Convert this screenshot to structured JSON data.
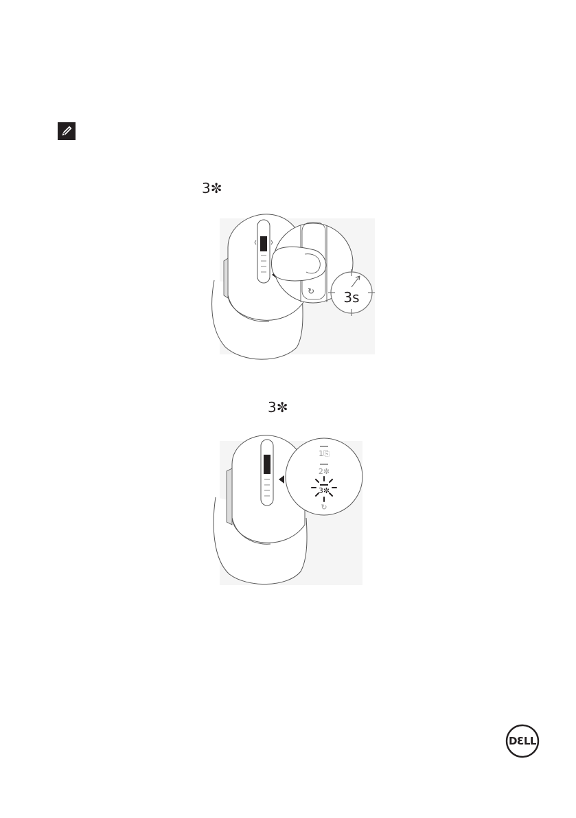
{
  "note": {
    "icon": "pencil-note-icon"
  },
  "step_one": {
    "button_glyph": "3✼",
    "illustration": {
      "icon": "mouse-press-pairing-button-icon",
      "timer_label": "3s"
    }
  },
  "step_two": {
    "button_glyph": "3✼",
    "illustration": {
      "icon": "mouse-pairing-light-blinking-icon",
      "indicator_labels": [
        "1⎘",
        "2✼",
        "3✼",
        "↻"
      ]
    }
  },
  "brand": {
    "logo_text": "DƐLL",
    "icon": "dell-logo"
  }
}
